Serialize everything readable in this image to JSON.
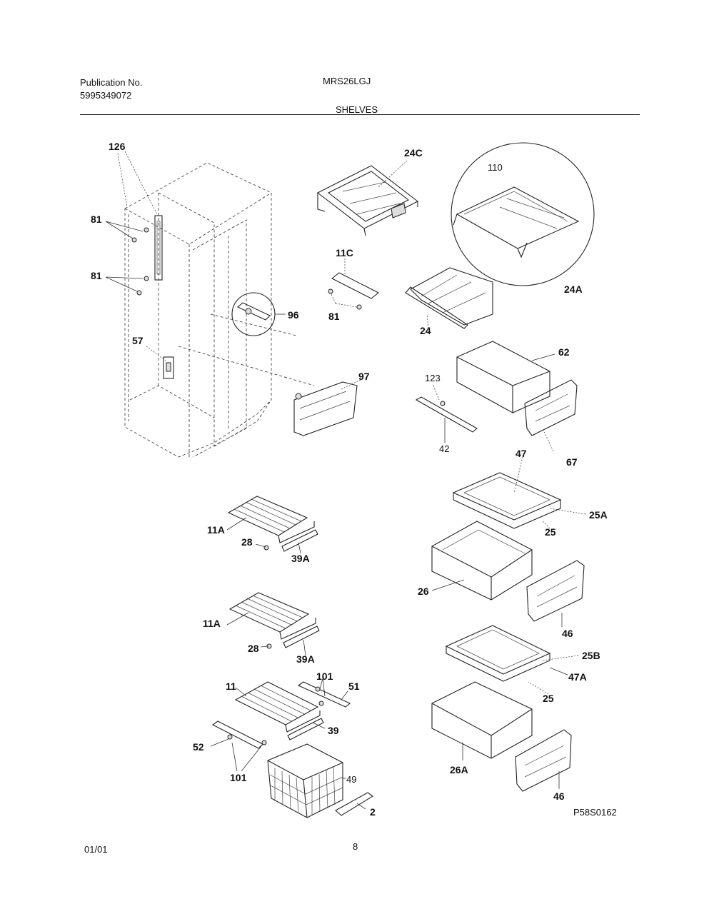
{
  "header": {
    "publication_label": "Publication No.",
    "publication_number": "5995349072",
    "model": "MRS26LGJ",
    "section": "SHELVES"
  },
  "callouts": {
    "c126": "126",
    "c24C": "24C",
    "c110": "110",
    "c81a": "81",
    "c81b": "81",
    "c11C": "11C",
    "c81c": "81",
    "c24A": "24A",
    "c96": "96",
    "c24": "24",
    "c57": "57",
    "c62": "62",
    "c97": "97",
    "c123": "123",
    "c42": "42",
    "c67": "67",
    "c47": "47",
    "c25A": "25A",
    "c25a": "25",
    "c11Aa": "11A",
    "c28a": "28",
    "c39Aa": "39A",
    "c26": "26",
    "c46a": "46",
    "c11Ab": "11A",
    "c28b": "28",
    "c39Ab": "39A",
    "c25B": "25B",
    "c47A": "47A",
    "c25b": "25",
    "c101a": "101",
    "c11": "11",
    "c51": "51",
    "c39": "39",
    "c52": "52",
    "c101b": "101",
    "c49": "49",
    "c26A": "26A",
    "c2": "2",
    "c46b": "46",
    "diagram_id": "P58S0162"
  },
  "footer": {
    "date": "01/01",
    "page": "8"
  }
}
